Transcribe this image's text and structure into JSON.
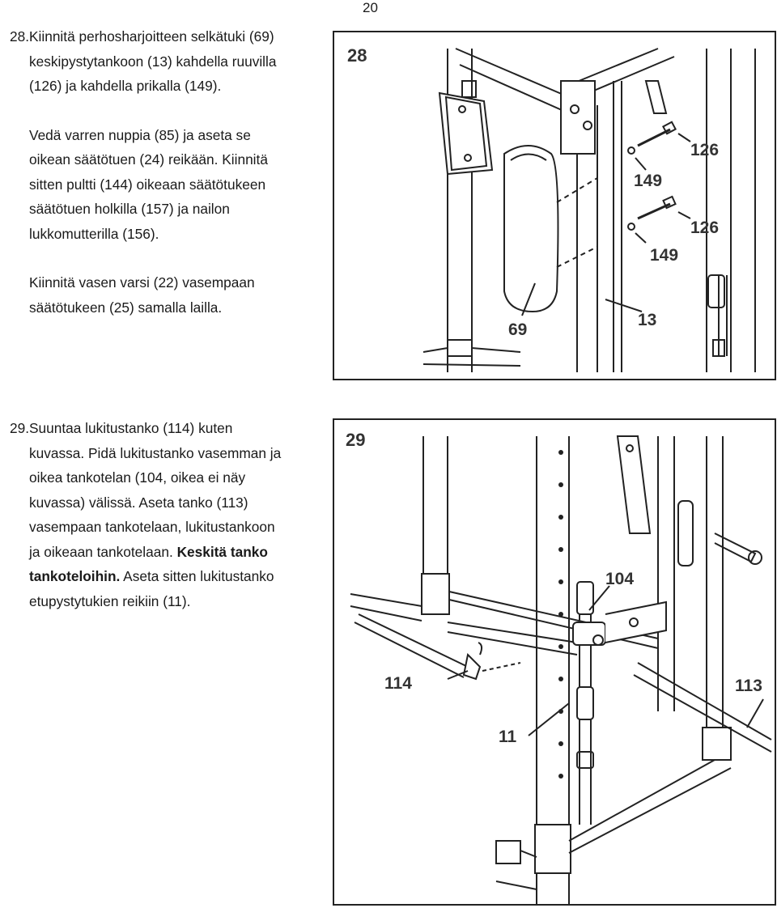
{
  "page": {
    "number": "20"
  },
  "step28": {
    "number": "28.",
    "para1_line1": "Kiinnitä perhosharjoitteen selkätuki (69)",
    "para1_line2": "keskipystytankoon (13) kahdella ruuvilla",
    "para1_line3": "(126) ja kahdella prikalla (149).",
    "para2_line1": "Vedä varren nuppia (85) ja aseta se",
    "para2_line2": "oikean säätötuen (24) reikään. Kiinnitä",
    "para2_line3": "sitten pultti (144) oikeaan säätötukeen",
    "para2_line4": "säätötuen holkilla (157) ja nailon",
    "para2_line5": "lukkomutterilla (156).",
    "para3_line1": "Kiinnitä vasen varsi (22) vasempaan",
    "para3_line2": "säätötukeen (25) samalla lailla."
  },
  "step29": {
    "number": "29.",
    "line1": "Suuntaa lukitustanko (114) kuten",
    "line2": "kuvassa. Pidä lukitustanko vasemman ja",
    "line3": "oikea tankotelan (104, oikea ei näy",
    "line4": "kuvassa) välissä. Aseta tanko (113)",
    "line5": "vasempaan tankotelaan, lukitustankoon",
    "line6_normal": "ja oikeaan tankotelaan. ",
    "line6_bold": "Keskitä tanko",
    "line7_bold": "tankoteloihin.",
    "line7_normal": " Aseta sitten lukitustanko",
    "line8": "etupystytukien reikiin (11)."
  },
  "figure28": {
    "label": "28",
    "callouts": {
      "c126a": "126",
      "c149a": "149",
      "c126b": "126",
      "c149b": "149",
      "c69": "69",
      "c13": "13"
    }
  },
  "figure29": {
    "label": "29",
    "callouts": {
      "c104": "104",
      "c114": "114",
      "c113": "113",
      "c11": "11"
    }
  }
}
